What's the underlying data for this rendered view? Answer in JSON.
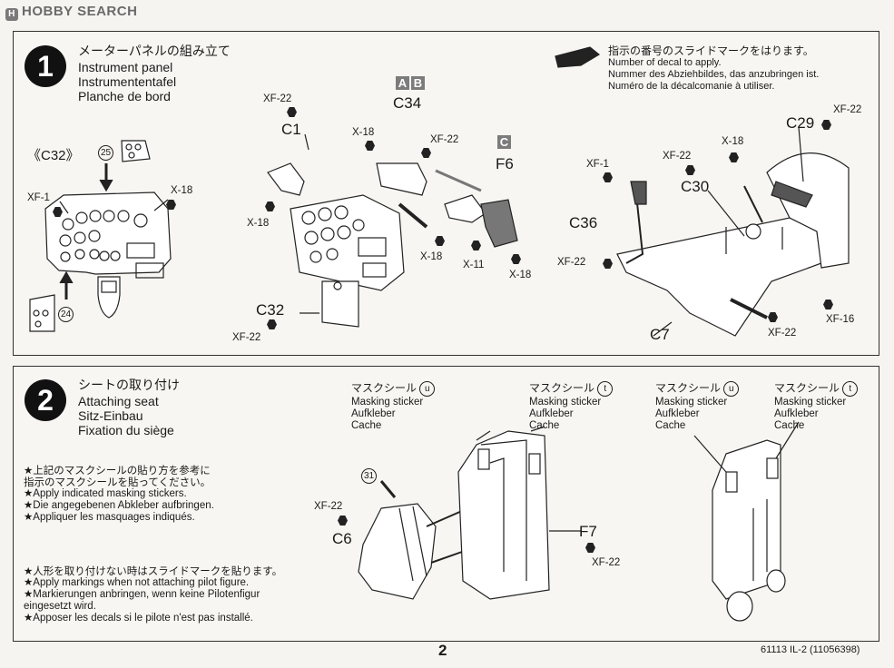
{
  "header": {
    "logo_mark": "H",
    "brand": "HOBBY SEARCH"
  },
  "step1": {
    "number": "1",
    "title_jp": "メーターパネルの組み立て",
    "title_en": "Instrument panel",
    "title_de": "Instrumententafel",
    "title_fr": "Planche de bord",
    "decal_legend": {
      "jp": "指示の番号のスライドマークをはります。",
      "en": "Number of decal to apply.",
      "de": "Nummer des Abziehbildes, das anzubringen ist.",
      "fr": "Numéro de la décalcomanie à utiliser."
    },
    "labels": {
      "c32_ref": "《C32》",
      "decal25": "25",
      "decal24": "24",
      "xf1_a": "XF-1",
      "x18_a": "X-18",
      "xf22_c1": "XF-22",
      "c1": "C1",
      "x18_c1": "X-18",
      "box_a": "A",
      "box_b": "B",
      "c34": "C34",
      "x18_c34": "X-18",
      "xf22_c34": "XF-22",
      "box_c": "C",
      "f6": "F6",
      "x18_f6a": "X-18",
      "x11": "X-11",
      "x18_f6b": "X-18",
      "c32": "C32",
      "xf22_c32": "XF-22",
      "xf1_b": "XF-1",
      "xf22_c30": "XF-22",
      "x18_c30": "X-18",
      "c30": "C30",
      "c29": "C29",
      "xf22_c29": "XF-22",
      "c36": "C36",
      "xf22_c36": "XF-22",
      "c7": "C7",
      "xf22_c7": "XF-22",
      "xf16": "XF-16"
    }
  },
  "step2": {
    "number": "2",
    "title_jp": "シートの取り付け",
    "title_en": "Attaching seat",
    "title_de": "Sitz-Einbau",
    "title_fr": "Fixation du siège",
    "note1": {
      "jp1": "★上記のマスクシールの貼り方を参考に",
      "jp2": "指示のマスクシールを貼ってください。",
      "en": "★Apply indicated masking stickers.",
      "de": "★Die angegebenen Abkleber aufbringen.",
      "fr": "★Appliquer les masquages indiqués."
    },
    "note2": {
      "jp": "★人形を取り付けない時はスライドマークを貼ります。",
      "en": "★Apply markings when not attaching pilot figure.",
      "de1": "★Markierungen anbringen, wenn keine Pilotenfigur",
      "de2": "eingesetzt wird.",
      "fr": "★Apposer les decals si le pilote n'est pas installé."
    },
    "mask_u1": {
      "jp": "マスクシール",
      "code": "u",
      "en": "Masking sticker",
      "de": "Aufkleber",
      "fr": "Cache"
    },
    "mask_t1": {
      "jp": "マスクシール",
      "code": "t",
      "en": "Masking sticker",
      "de": "Aufkleber",
      "fr": "Cache"
    },
    "mask_u2": {
      "jp": "マスクシール",
      "code": "u",
      "en": "Masking sticker",
      "de": "Aufkleber",
      "fr": "Cache"
    },
    "mask_t2": {
      "jp": "マスクシール",
      "code": "t",
      "en": "Masking sticker",
      "de": "Aufkleber",
      "fr": "Cache"
    },
    "labels": {
      "decal31": "31",
      "xf22_c6": "XF-22",
      "c6": "C6",
      "f7": "F7",
      "xf22_f7": "XF-22"
    }
  },
  "footer": {
    "page": "2",
    "code": "61113  IL-2 (11056398)"
  }
}
